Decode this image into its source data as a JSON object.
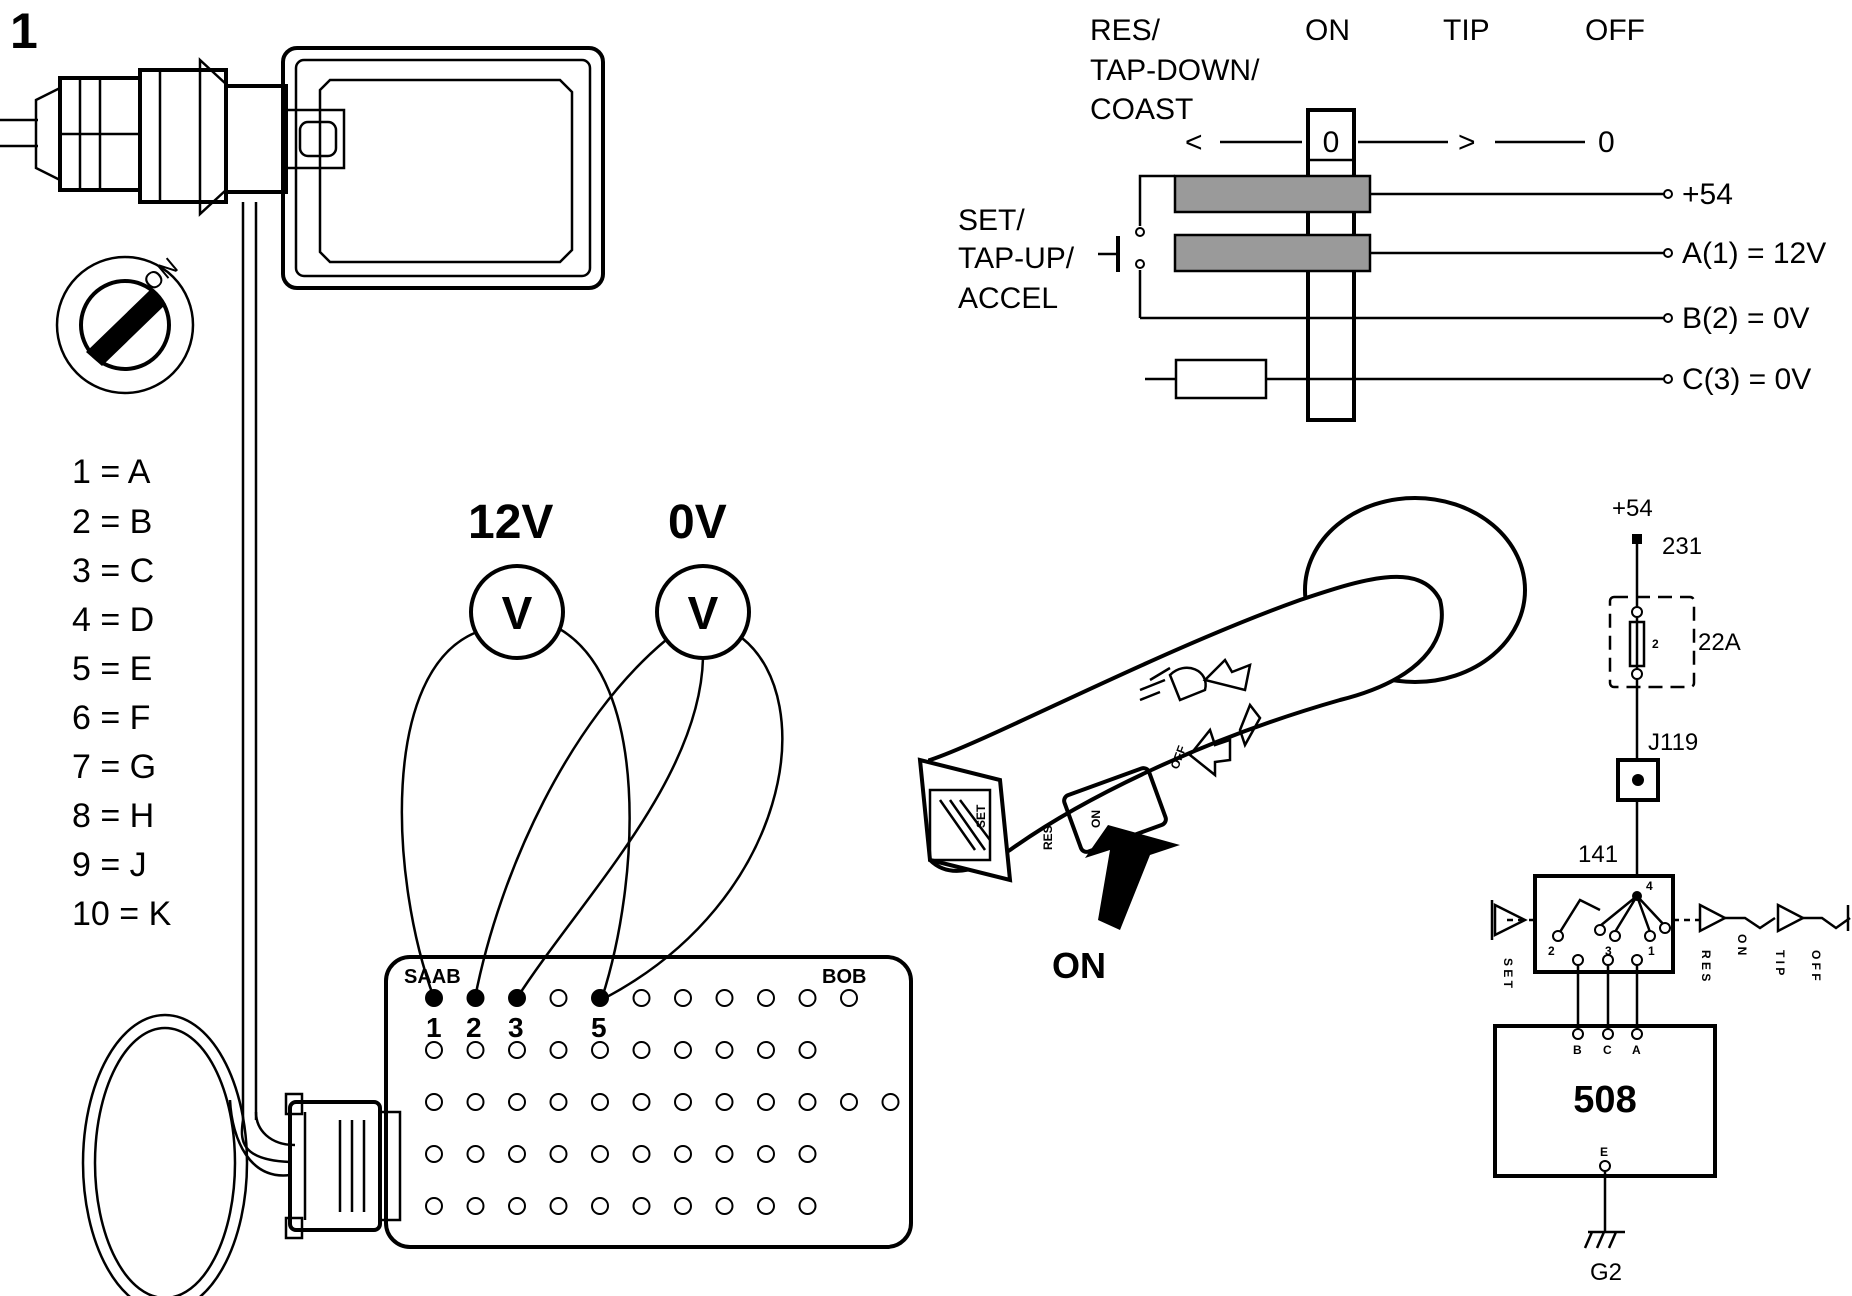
{
  "figure_number": "1",
  "pin_map": [
    "1 = A",
    "2 = B",
    "3 = C",
    "4 = D",
    "5 = E",
    "6 = F",
    "7 = G",
    "8 = H",
    "9 = J",
    "10 = K"
  ],
  "ignition_label": "ON",
  "voltmeters": {
    "left": {
      "reading": "12V",
      "symbol": "V"
    },
    "right": {
      "reading": "0V",
      "symbol": "V"
    }
  },
  "breakout_box": {
    "brand_left": "SAAB",
    "brand_right": "BOB",
    "pins_used": [
      "1",
      "2",
      "3",
      "5"
    ]
  },
  "switch_diagram": {
    "positions": [
      "RES/",
      "TAP-DOWN/",
      "COAST",
      "ON",
      "TIP",
      "OFF"
    ],
    "arrows": {
      "left": "<",
      "center": "0",
      "right": ">",
      "end": "0"
    },
    "set_label": [
      "SET/",
      "TAP-UP/",
      "ACCEL"
    ],
    "outputs": [
      "+54",
      "A(1) = 12V",
      "B(2) = 0V",
      "C(3) = 0V"
    ]
  },
  "stalk": {
    "marks": [
      "SET",
      "RES",
      "ON",
      "OFF"
    ],
    "action_label": "ON"
  },
  "schematic": {
    "supply": "+54",
    "wire": "231",
    "fuse": "22A",
    "fuse_number": "2",
    "junction": "J119",
    "switch_id": "141",
    "switch_pins": [
      "2",
      "3",
      "1",
      "4"
    ],
    "switch_positions": [
      "S E T",
      "R E S",
      "O N",
      "T I P",
      "O F F"
    ],
    "ecu": "508",
    "ecu_pins": [
      "B",
      "C",
      "A",
      "E"
    ],
    "ground": "G2"
  }
}
